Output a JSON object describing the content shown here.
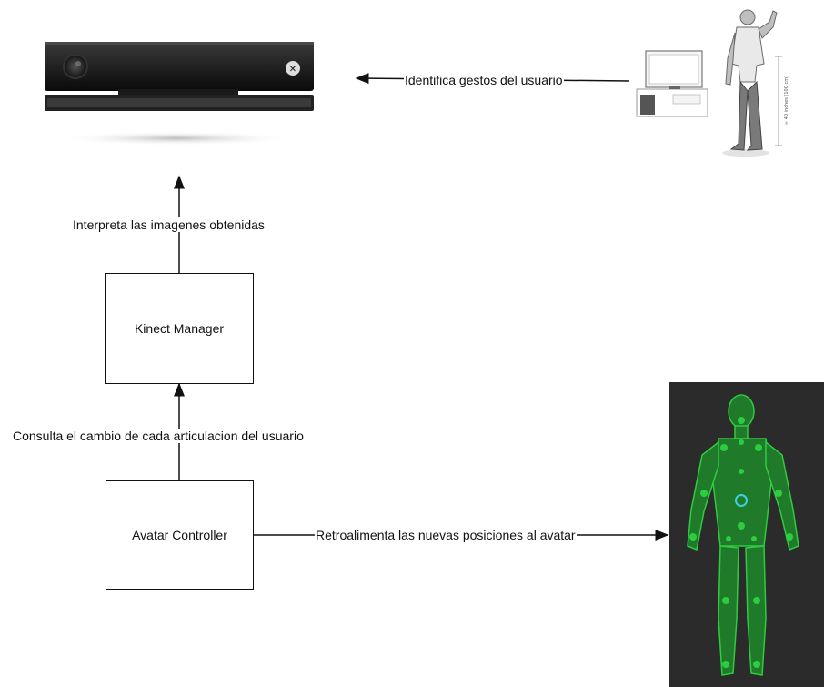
{
  "labels": {
    "identifica": "Identifica gestos del usuario",
    "interpreta": "Interpreta las imagenes obtenidas",
    "consulta": "Consulta el cambio de cada articulacion del  usuario",
    "retroalimenta": "Retroalimenta las nuevas posiciones al avatar"
  },
  "boxes": {
    "kinect_manager": "Kinect Manager",
    "avatar_controller": "Avatar Controller"
  },
  "images": {
    "kinect_sensor": "kinect-sensor-device",
    "user_scene": "user-standing-in-front-of-tv",
    "avatar_skeleton": "green-skeleton-avatar"
  },
  "colors": {
    "line": "#111111",
    "avatar_bg": "#2b2b2b",
    "avatar_green": "#2ecc40",
    "avatar_joint_center": "#3fd0e0"
  }
}
